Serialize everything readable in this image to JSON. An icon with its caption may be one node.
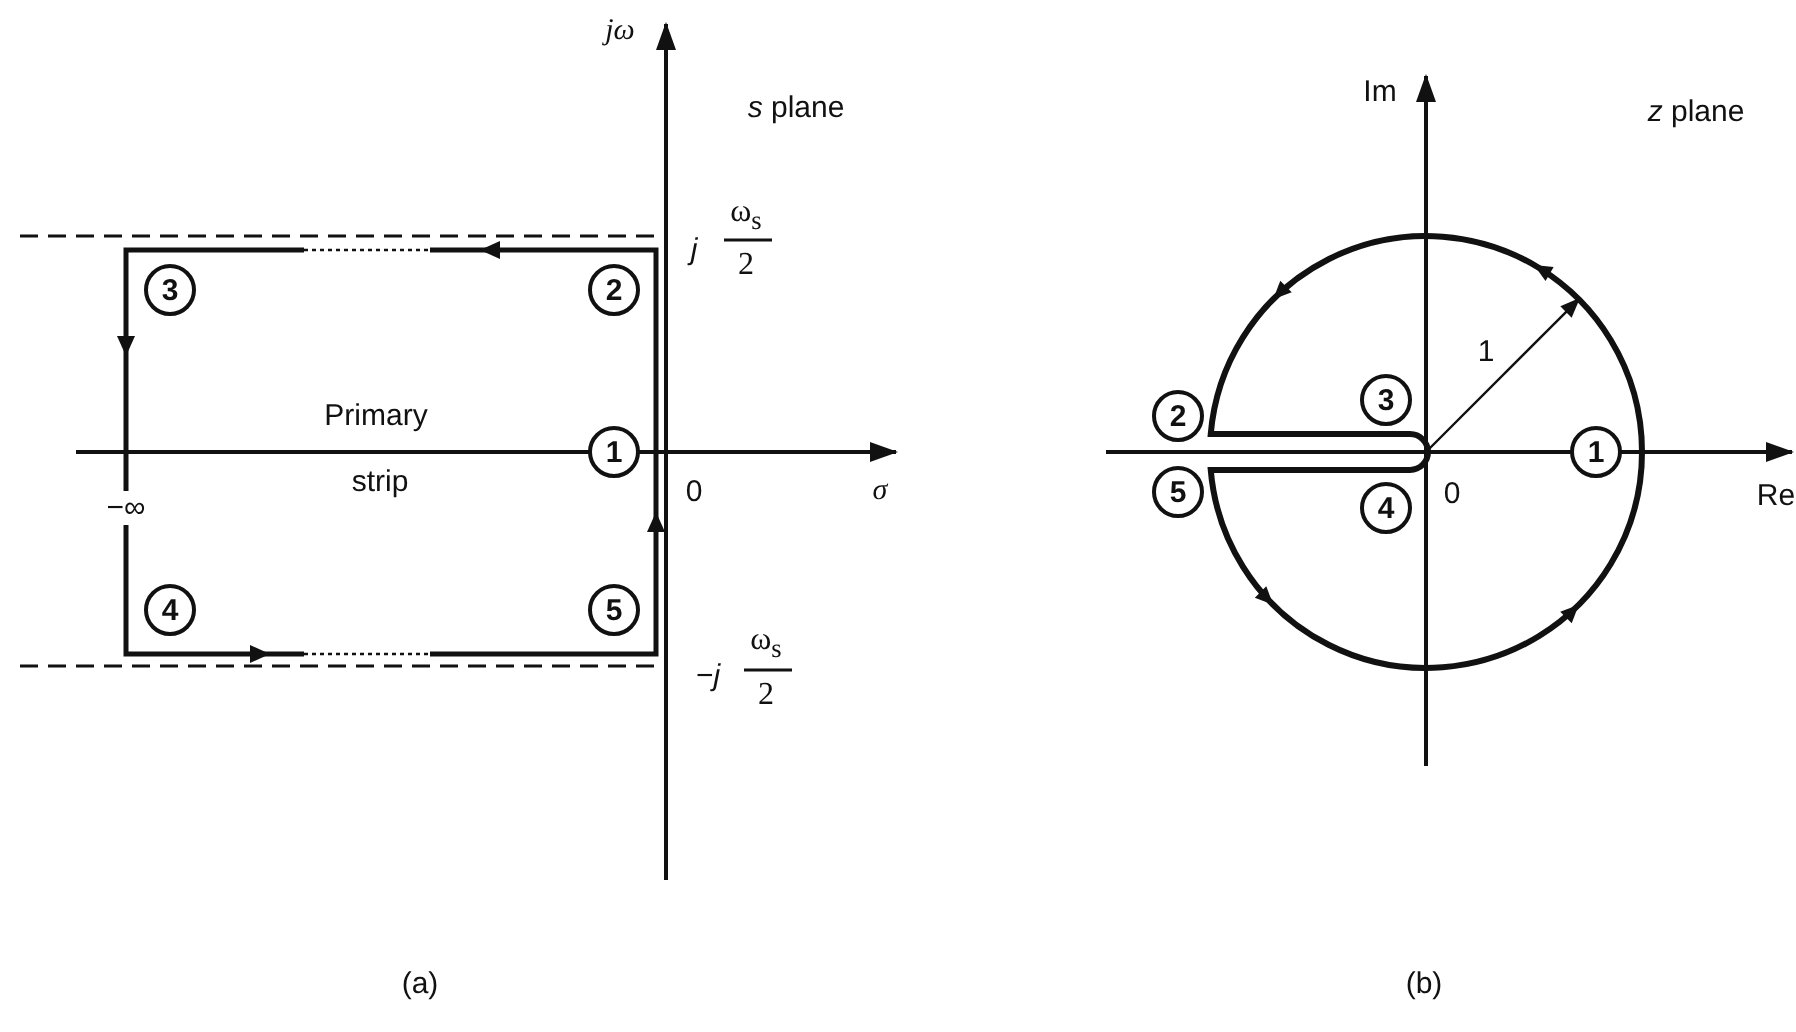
{
  "diagram": {
    "nodes": [
      {
        "text": [
          "1"
        ]
      },
      {
        "text": [
          "2"
        ]
      },
      {
        "text": [
          "3"
        ]
      },
      {
        "text": [
          "4"
        ]
      },
      {
        "text": [
          "5"
        ]
      },
      {
        "text": [
          "2"
        ]
      },
      {
        "text": [
          "3"
        ]
      },
      {
        "text": [
          "1"
        ]
      },
      {
        "text": [
          "5"
        ]
      },
      {
        "text": [
          "4"
        ]
      }
    ],
    "labels": [
      "jω",
      "*s* plane",
      "*j*",
      "ω$_{s}$",
      "2",
      "Primary",
      "strip",
      "−∞",
      "0",
      "σ",
      "−*j*",
      "ω$_{s}$",
      "2",
      "(a)",
      "Im",
      "*z* plane",
      "1",
      "0",
      "Re",
      "(b)"
    ]
  }
}
